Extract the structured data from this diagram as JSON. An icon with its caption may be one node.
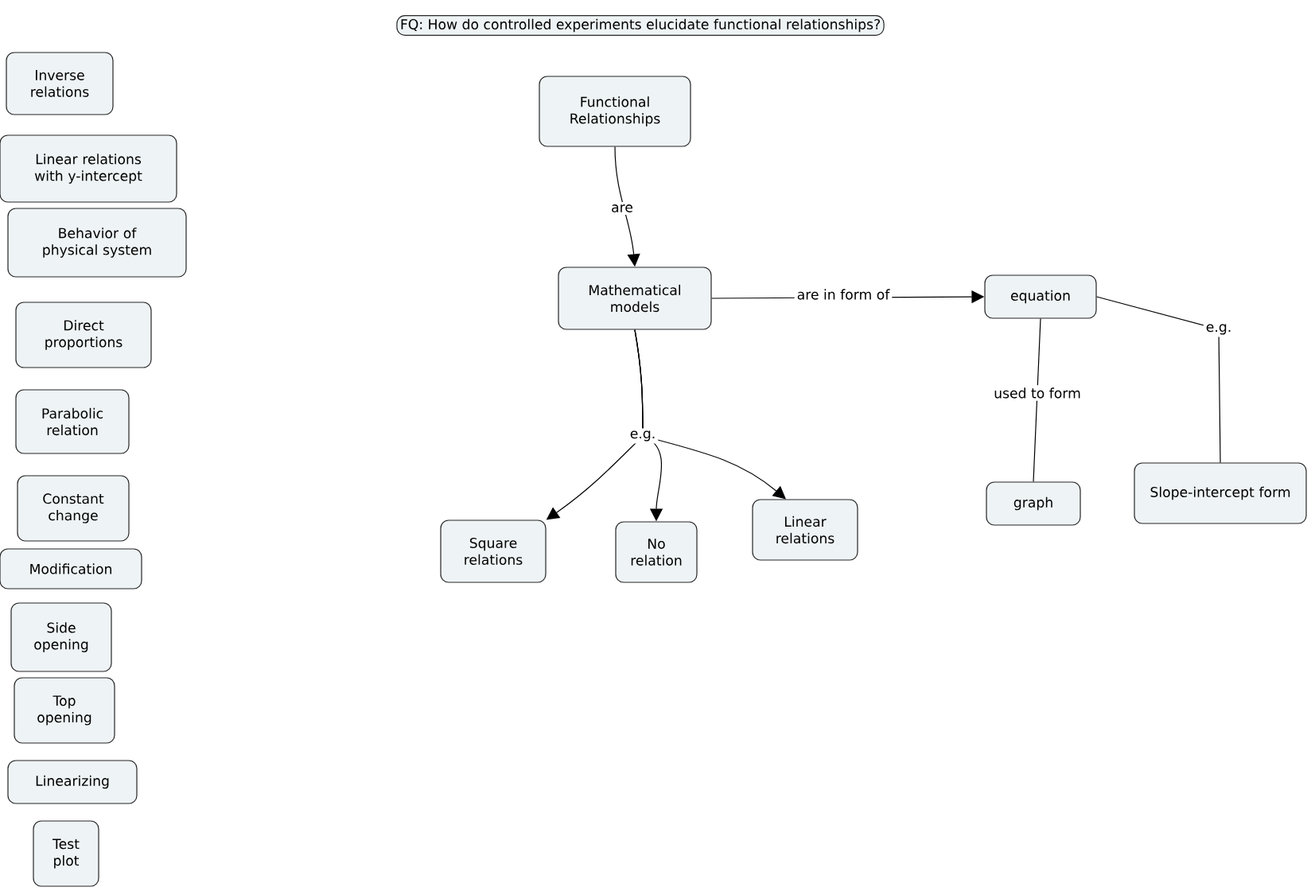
{
  "diagram": {
    "title": "FQ: How do controlled experiments elucidate functional relationships?",
    "nodes": [
      {
        "text": [
          "Functional Relationships"
        ]
      },
      {
        "text": [
          "Mathematical models"
        ]
      },
      {
        "text": [
          "equation"
        ]
      },
      {
        "text": [
          "Square relations"
        ]
      },
      {
        "text": [
          "No relation"
        ]
      },
      {
        "text": [
          "Linear relations"
        ]
      },
      {
        "text": [
          "graph"
        ]
      },
      {
        "text": [
          "Slope-intercept form"
        ]
      },
      {
        "text": [
          "Inverse relations"
        ]
      },
      {
        "text": [
          "Linear relations with y-intercept"
        ]
      },
      {
        "text": [
          "Behavior of physical system"
        ]
      },
      {
        "text": [
          "Direct proportions"
        ]
      },
      {
        "text": [
          "Parabolic relation"
        ]
      },
      {
        "text": [
          "Constant change"
        ]
      },
      {
        "text": [
          "Modification"
        ]
      },
      {
        "text": [
          "Side opening"
        ]
      },
      {
        "text": [
          "Top opening"
        ]
      },
      {
        "text": [
          "Linearizing"
        ]
      },
      {
        "text": [
          "Test plot"
        ]
      }
    ],
    "edges": [
      {
        "from": 0,
        "to": 1,
        "arrow": "to",
        "label": "are"
      },
      {
        "from": 1,
        "to": 2,
        "arrow": "to",
        "label": "are in form of"
      },
      {
        "from": 1,
        "to": 3,
        "arrow": "to",
        "label": "e.g."
      },
      {
        "from": 1,
        "to": 4,
        "arrow": "to"
      },
      {
        "from": 1,
        "to": 5,
        "arrow": "to"
      },
      {
        "from": 2,
        "to": 6,
        "arrow": "none",
        "label": "used to form"
      },
      {
        "from": 2,
        "to": 7,
        "arrow": "none",
        "label": "e.g."
      }
    ]
  }
}
